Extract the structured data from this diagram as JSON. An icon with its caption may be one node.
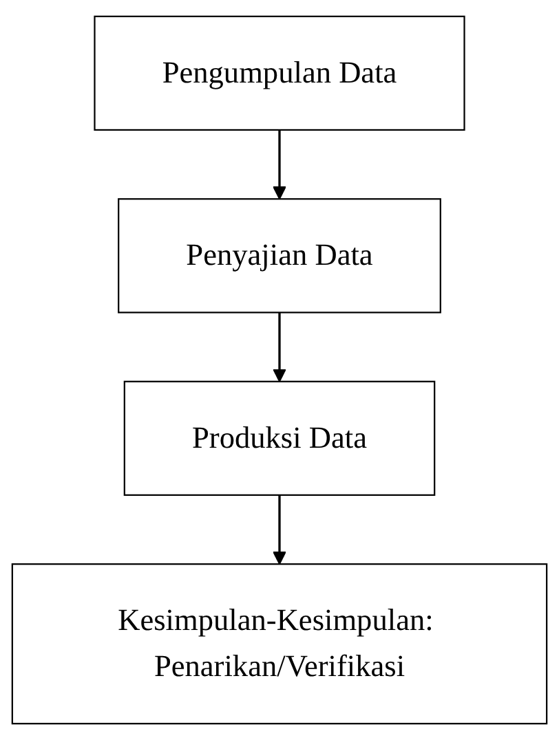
{
  "diagram": {
    "nodes": [
      {
        "text": [
          "Pengumpulan Data"
        ]
      },
      {
        "text": [
          "Penyajian Data"
        ]
      },
      {
        "text": [
          "Produksi Data"
        ]
      },
      {
        "text": [
          "Kesimpulan-Kesimpulan: Penarikan/Verifikasi"
        ]
      }
    ],
    "edges": [
      {
        "from": 0,
        "to": 1,
        "arrow": "to"
      },
      {
        "from": 1,
        "to": 2,
        "arrow": "to"
      },
      {
        "from": 2,
        "to": 3,
        "arrow": "to"
      }
    ]
  }
}
